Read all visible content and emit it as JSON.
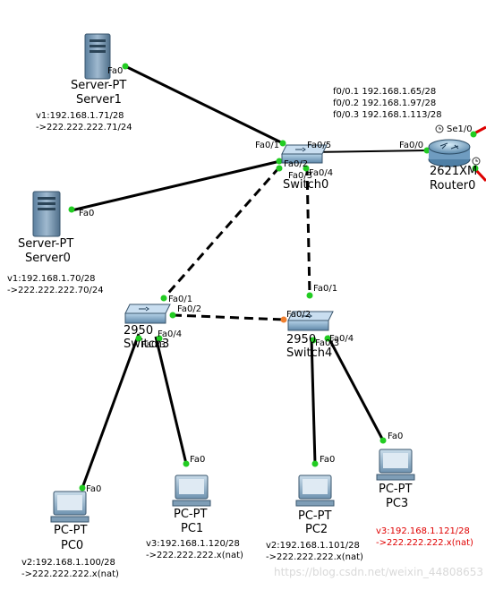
{
  "devices": {
    "server1": {
      "type": "Server-PT",
      "name": "Server1",
      "port": "Fa0",
      "note_line1": "v1:192.168.1.71/28",
      "note_line2": "->222.222.222.71/24"
    },
    "server0": {
      "type": "Server-PT",
      "name": "Server0",
      "port": "Fa0",
      "note_line1": "v1:192.168.1.70/28",
      "note_line2": "->222.222.222.70/24"
    },
    "switch0": {
      "name": "Switch0",
      "port_to_server1": "Fa0/1",
      "port_to_router": "Fa0/5",
      "port_to_server0": "Fa0/2",
      "port_to_switch3": "Fa0/3",
      "port_to_switch4": "Fa0/4"
    },
    "router0": {
      "model": "2621XM",
      "name": "Router0",
      "port_fa": "Fa0/0",
      "port_se": "Se1/0",
      "note_line1": "f0/0.1 192.168.1.65/28",
      "note_line2": "f0/0.2 192.168.1.97/28",
      "note_line3": "f0/0.3 192.168.1.113/28"
    },
    "switch3": {
      "model": "2950",
      "name": "Switch3",
      "port_up": "Fa0/1",
      "port_right": "Fa0/2",
      "port_pc0": "Fa0/3",
      "port_pc1": "Fa0/4"
    },
    "switch4": {
      "model": "2950",
      "name": "Switch4",
      "port_up": "Fa0/1",
      "port_left": "Fa0/2",
      "port_pc2": "Fa0/3",
      "port_pc3": "Fa0/4"
    },
    "pc0": {
      "type": "PC-PT",
      "name": "PC0",
      "port": "Fa0",
      "note_line1": "v2:192.168.1.100/28",
      "note_line2": "->222.222.222.x(nat)"
    },
    "pc1": {
      "type": "PC-PT",
      "name": "PC1",
      "port": "Fa0",
      "note_line1": "v3:192.168.1.120/28",
      "note_line2": "->222.222.222.x(nat)"
    },
    "pc2": {
      "type": "PC-PT",
      "name": "PC2",
      "port": "Fa0",
      "note_line1": "v2:192.168.1.101/28",
      "note_line2": "->222.222.222.x(nat)"
    },
    "pc3": {
      "type": "PC-PT",
      "name": "PC3",
      "port": "Fa0",
      "note_line1": "v3:192.168.1.121/28",
      "note_line2": "->222.222.222.x(nat)"
    }
  },
  "watermark": "https://blog.csdn.net/weixin_44808653",
  "colors": {
    "link": "#000000",
    "up": "#22cc22",
    "blocking": "#f08030",
    "serial": "#dd0000",
    "note_red": "#e00000"
  }
}
